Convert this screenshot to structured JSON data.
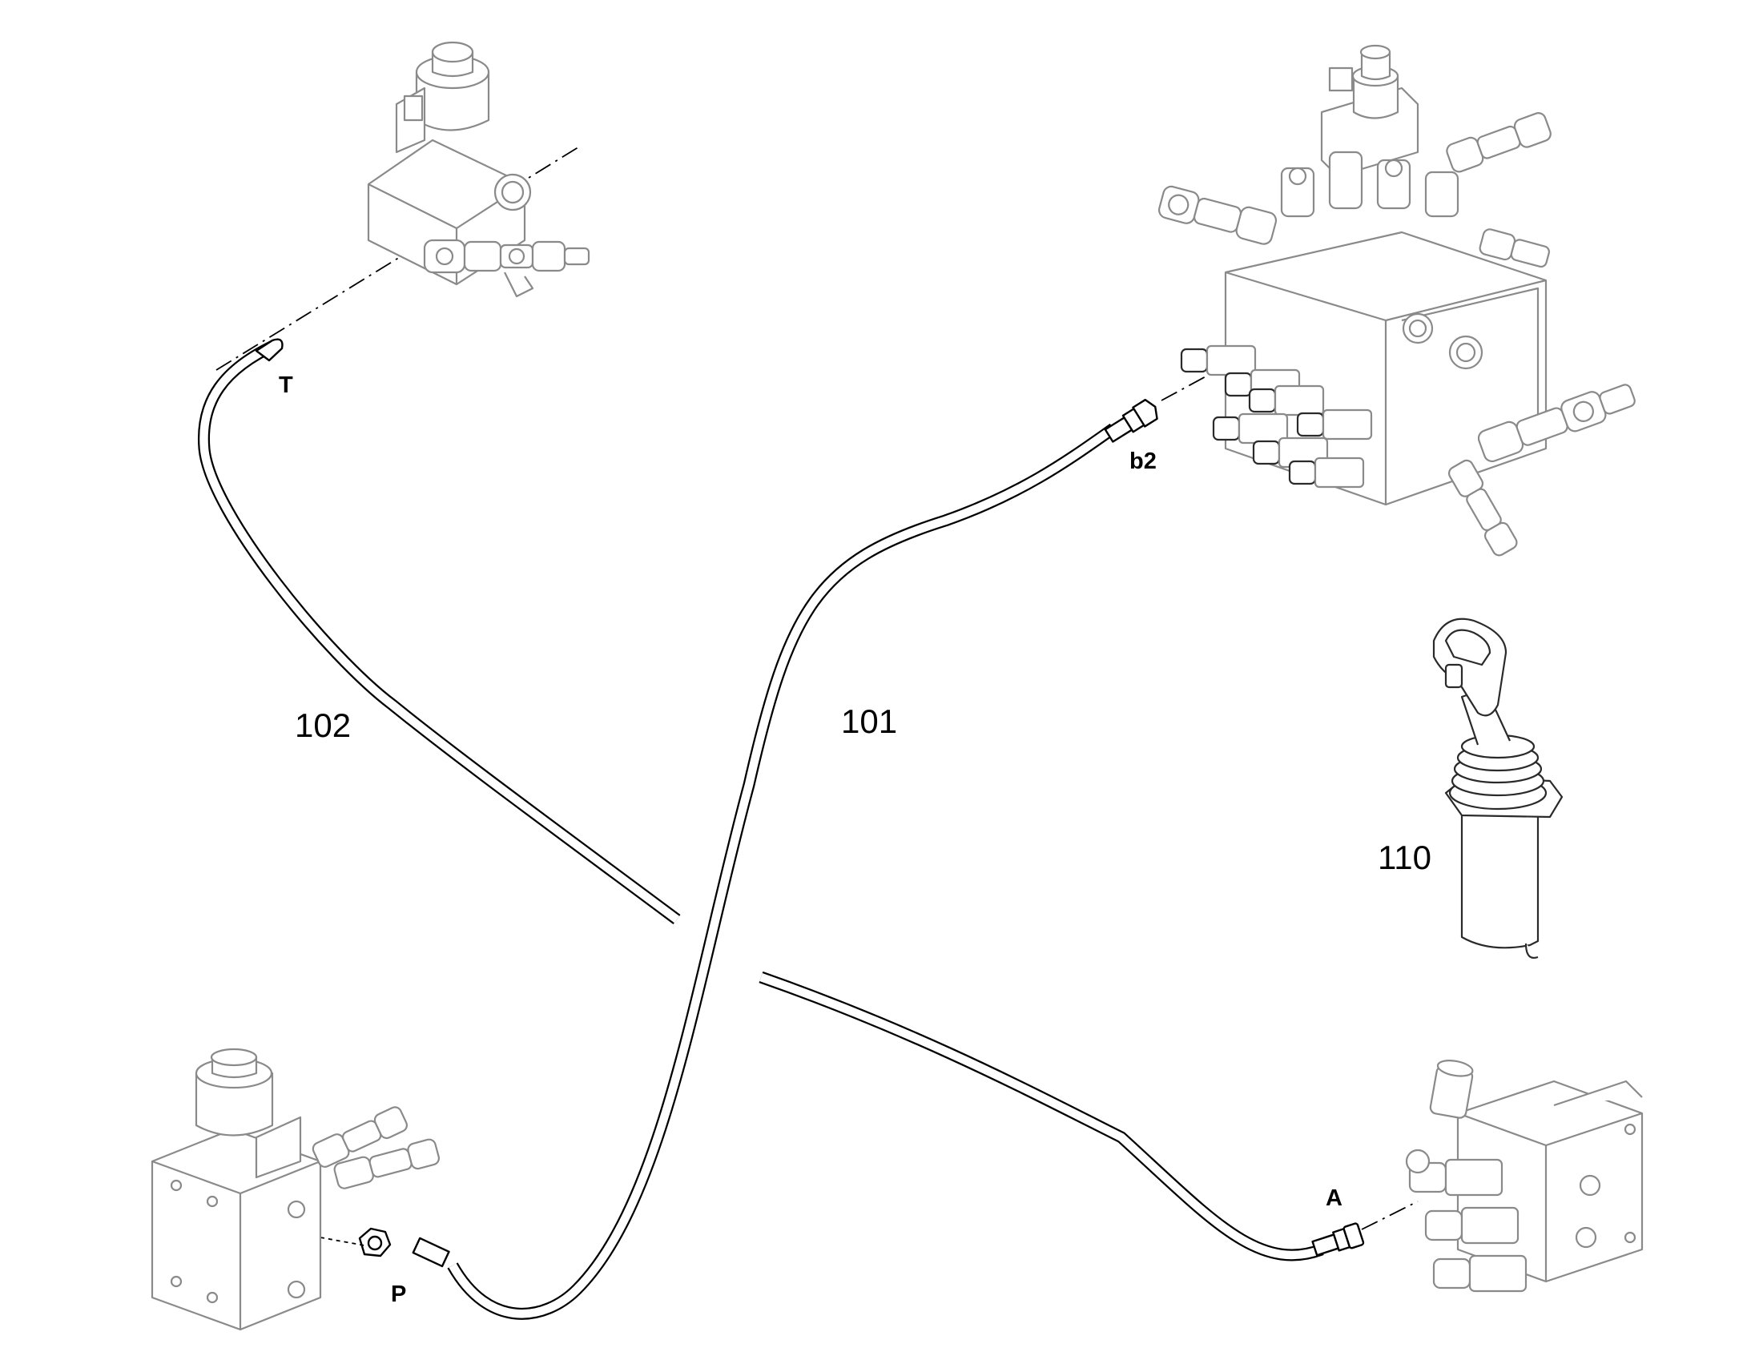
{
  "diagram": {
    "parts": [
      {
        "id": "hose-101",
        "label": "101"
      },
      {
        "id": "hose-102",
        "label": "102"
      },
      {
        "id": "joystick-110",
        "label": "110"
      }
    ],
    "ports": [
      "T",
      "b2",
      "P",
      "A"
    ]
  }
}
